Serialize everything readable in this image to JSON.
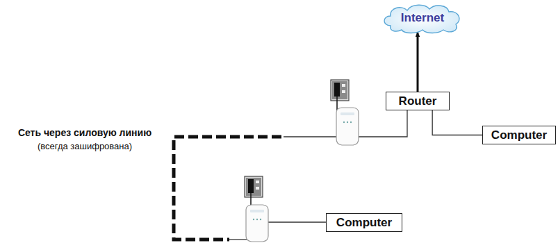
{
  "diagram": {
    "nodes": [
      {
        "text": [
          "Internet"
        ]
      },
      {
        "text": [
          "Router"
        ]
      },
      {
        "text": [
          "Computer"
        ]
      },
      {
        "text": [
          "Computer"
        ]
      }
    ],
    "edges": [
      {
        "from": 1,
        "to": 0,
        "arrow": "to"
      },
      {
        "from": 1,
        "to": 2,
        "arrow": "none"
      }
    ],
    "labels": [
      "Сеть через силовую линию",
      "(всегда зашифрована)"
    ]
  }
}
